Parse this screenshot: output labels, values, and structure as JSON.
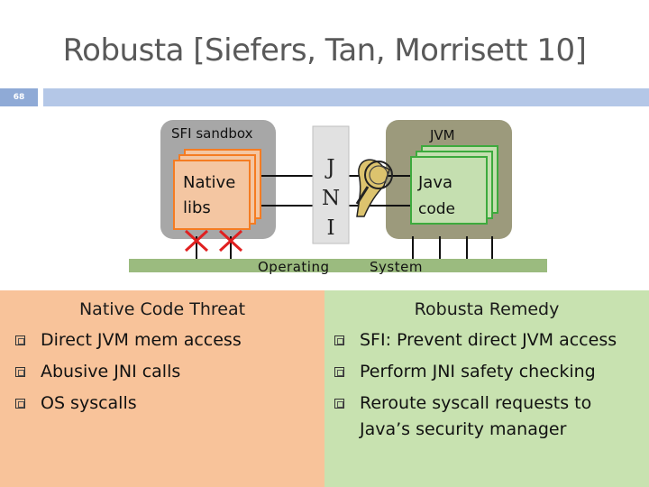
{
  "slide": {
    "title": "Robusta [Siefers, Tan, Morrisett 10]",
    "number": "68"
  },
  "diagram": {
    "sfi_label": "SFI sandbox",
    "jvm_label": "JVM",
    "native_line1": "Native",
    "native_line2": "libs",
    "java_line1": "Java",
    "java_line2": "code",
    "jni_j": "J",
    "jni_n": "N",
    "jni_i": "I",
    "os_word1": "Operating",
    "os_word2": "System"
  },
  "threat": {
    "heading": "Native Code Threat",
    "items": [
      "Direct JVM mem access",
      "Abusive JNI calls",
      "OS syscalls"
    ]
  },
  "remedy": {
    "heading": "Robusta Remedy",
    "items": [
      "SFI: Prevent direct JVM access",
      "Perform JNI safety checking",
      "Reroute syscall requests to",
      "Java’s security manager"
    ]
  },
  "colors": {
    "sandbox": "#a7a7a7",
    "jvm": "#9c9a7c",
    "box_green": "#3daa3d",
    "box_orange": "#f57c22",
    "cross": "#e02020",
    "os_bar": "#9bbb7f"
  }
}
